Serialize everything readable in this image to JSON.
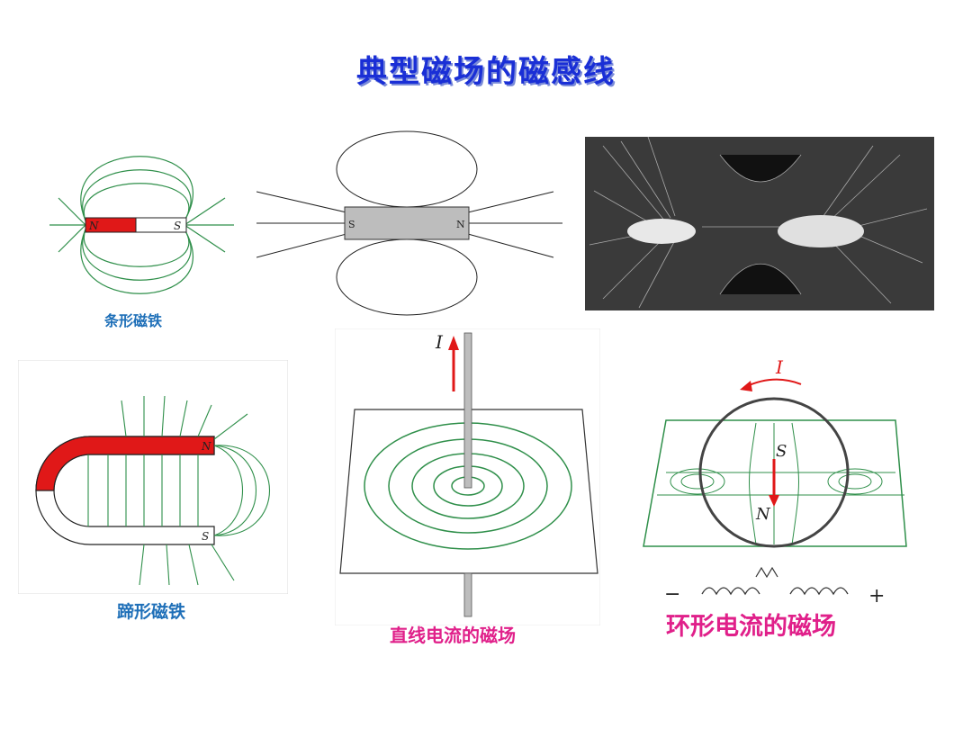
{
  "title": "典型磁场的磁感线",
  "panels": {
    "bar_magnet": {
      "caption": "条形磁铁",
      "pole_n": "N",
      "pole_s": "S"
    },
    "magnet_lines": {
      "pole_s": "S",
      "pole_n": "N"
    },
    "horseshoe": {
      "caption": "蹄形磁铁",
      "pole_n": "N",
      "pole_s": "S"
    },
    "straight_current": {
      "caption": "直线电流的磁场",
      "current": "I"
    },
    "ring_current": {
      "caption": "环形电流的磁场",
      "current": "I",
      "pole_s": "S",
      "pole_n": "N",
      "minus": "−",
      "plus": "+"
    }
  },
  "colors": {
    "title": "#1a2fd6",
    "field_green": "#2f8f4a",
    "magnet_red": "#e01818",
    "caption_blue": "#1e6fb8",
    "caption_pink": "#e0208a"
  }
}
